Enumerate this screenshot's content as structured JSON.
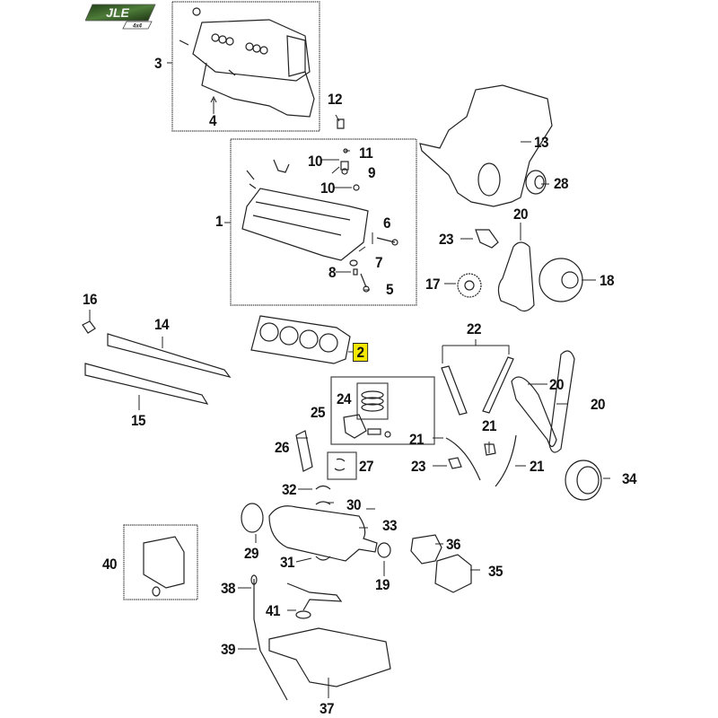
{
  "logo": {
    "brand": "JLE",
    "sub": "4x4",
    "color": "#2f5a22"
  },
  "highlight_color": "#f5e800",
  "callouts": [
    {
      "id": "1",
      "label": "1"
    },
    {
      "id": "2",
      "label": "2",
      "highlighted": true
    },
    {
      "id": "3",
      "label": "3"
    },
    {
      "id": "4",
      "label": "4"
    },
    {
      "id": "5",
      "label": "5"
    },
    {
      "id": "6",
      "label": "6"
    },
    {
      "id": "7",
      "label": "7"
    },
    {
      "id": "8",
      "label": "8"
    },
    {
      "id": "9",
      "label": "9"
    },
    {
      "id": "10a",
      "label": "10"
    },
    {
      "id": "10b",
      "label": "10"
    },
    {
      "id": "11",
      "label": "11"
    },
    {
      "id": "12",
      "label": "12"
    },
    {
      "id": "13",
      "label": "13"
    },
    {
      "id": "14",
      "label": "14"
    },
    {
      "id": "15",
      "label": "15"
    },
    {
      "id": "16",
      "label": "16"
    },
    {
      "id": "17",
      "label": "17"
    },
    {
      "id": "18",
      "label": "18"
    },
    {
      "id": "19",
      "label": "19"
    },
    {
      "id": "20a",
      "label": "20"
    },
    {
      "id": "20b",
      "label": "20"
    },
    {
      "id": "20c",
      "label": "20"
    },
    {
      "id": "21a",
      "label": "21"
    },
    {
      "id": "21b",
      "label": "21"
    },
    {
      "id": "21c",
      "label": "21"
    },
    {
      "id": "22",
      "label": "22"
    },
    {
      "id": "23a",
      "label": "23"
    },
    {
      "id": "23b",
      "label": "23"
    },
    {
      "id": "24",
      "label": "24"
    },
    {
      "id": "25",
      "label": "25"
    },
    {
      "id": "26",
      "label": "26"
    },
    {
      "id": "27",
      "label": "27"
    },
    {
      "id": "28",
      "label": "28"
    },
    {
      "id": "29",
      "label": "29"
    },
    {
      "id": "30",
      "label": "30"
    },
    {
      "id": "31",
      "label": "31"
    },
    {
      "id": "32",
      "label": "32"
    },
    {
      "id": "33",
      "label": "33"
    },
    {
      "id": "34",
      "label": "34"
    },
    {
      "id": "35",
      "label": "35"
    },
    {
      "id": "36",
      "label": "36"
    },
    {
      "id": "37",
      "label": "37"
    },
    {
      "id": "38",
      "label": "38"
    },
    {
      "id": "39",
      "label": "39"
    },
    {
      "id": "40",
      "label": "40"
    },
    {
      "id": "41",
      "label": "41"
    }
  ]
}
